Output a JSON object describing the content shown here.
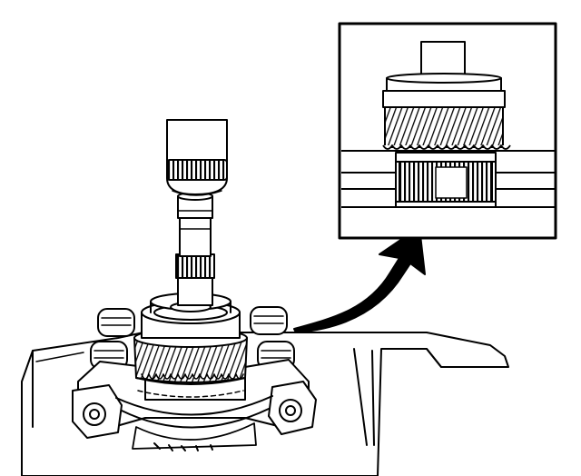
{
  "figure": {
    "kind": "line-art technical illustration",
    "colors": {
      "ink": "#000000",
      "paper": "#ffffff",
      "hatch": "#1a1a1a"
    },
    "parts": {
      "main_view": "press-tool-and-gear-assembly",
      "detail_view": "gear-detail-inset",
      "connector": "curved-arrow-icon"
    }
  }
}
